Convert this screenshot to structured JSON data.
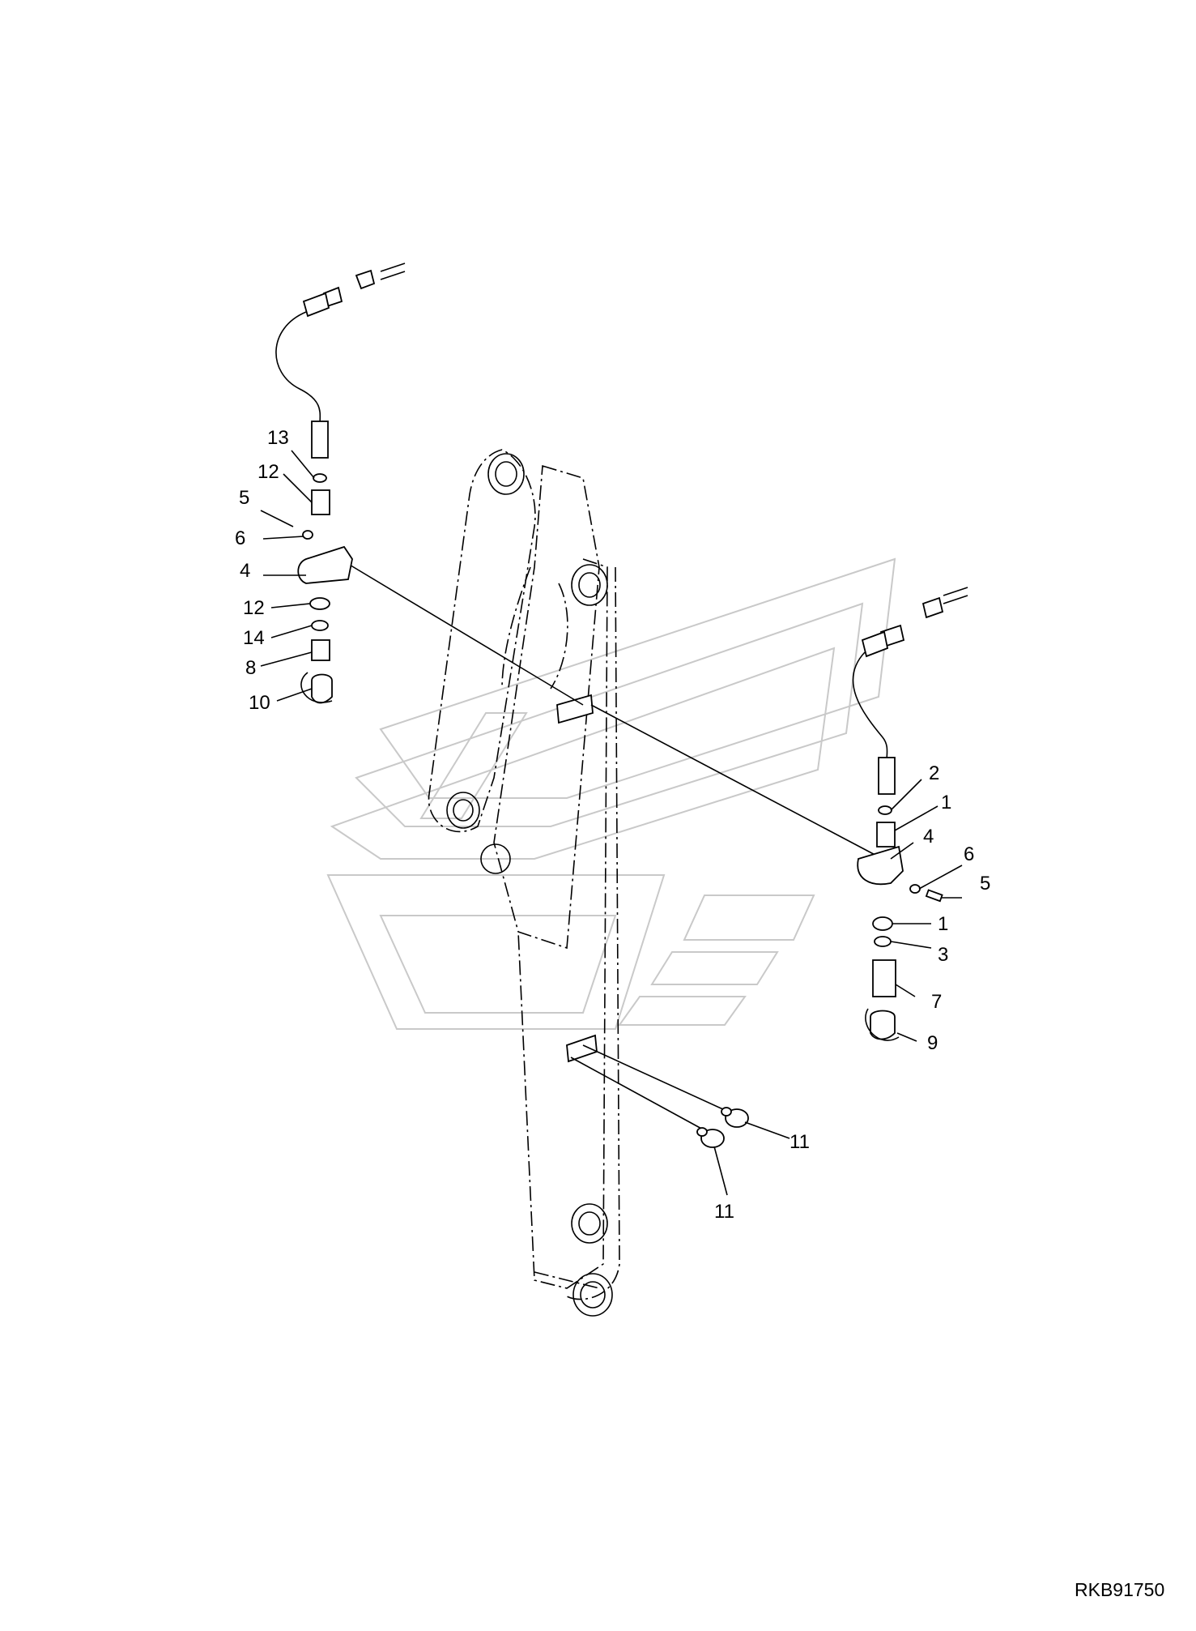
{
  "drawing_code": "RKB91750",
  "callouts_left": [
    "13",
    "12",
    "5",
    "6",
    "4",
    "12",
    "14",
    "8",
    "10"
  ],
  "callouts_right": [
    "2",
    "1",
    "4",
    "6",
    "5",
    "1",
    "3",
    "7",
    "9"
  ],
  "callouts_bottom": [
    "11",
    "11"
  ]
}
